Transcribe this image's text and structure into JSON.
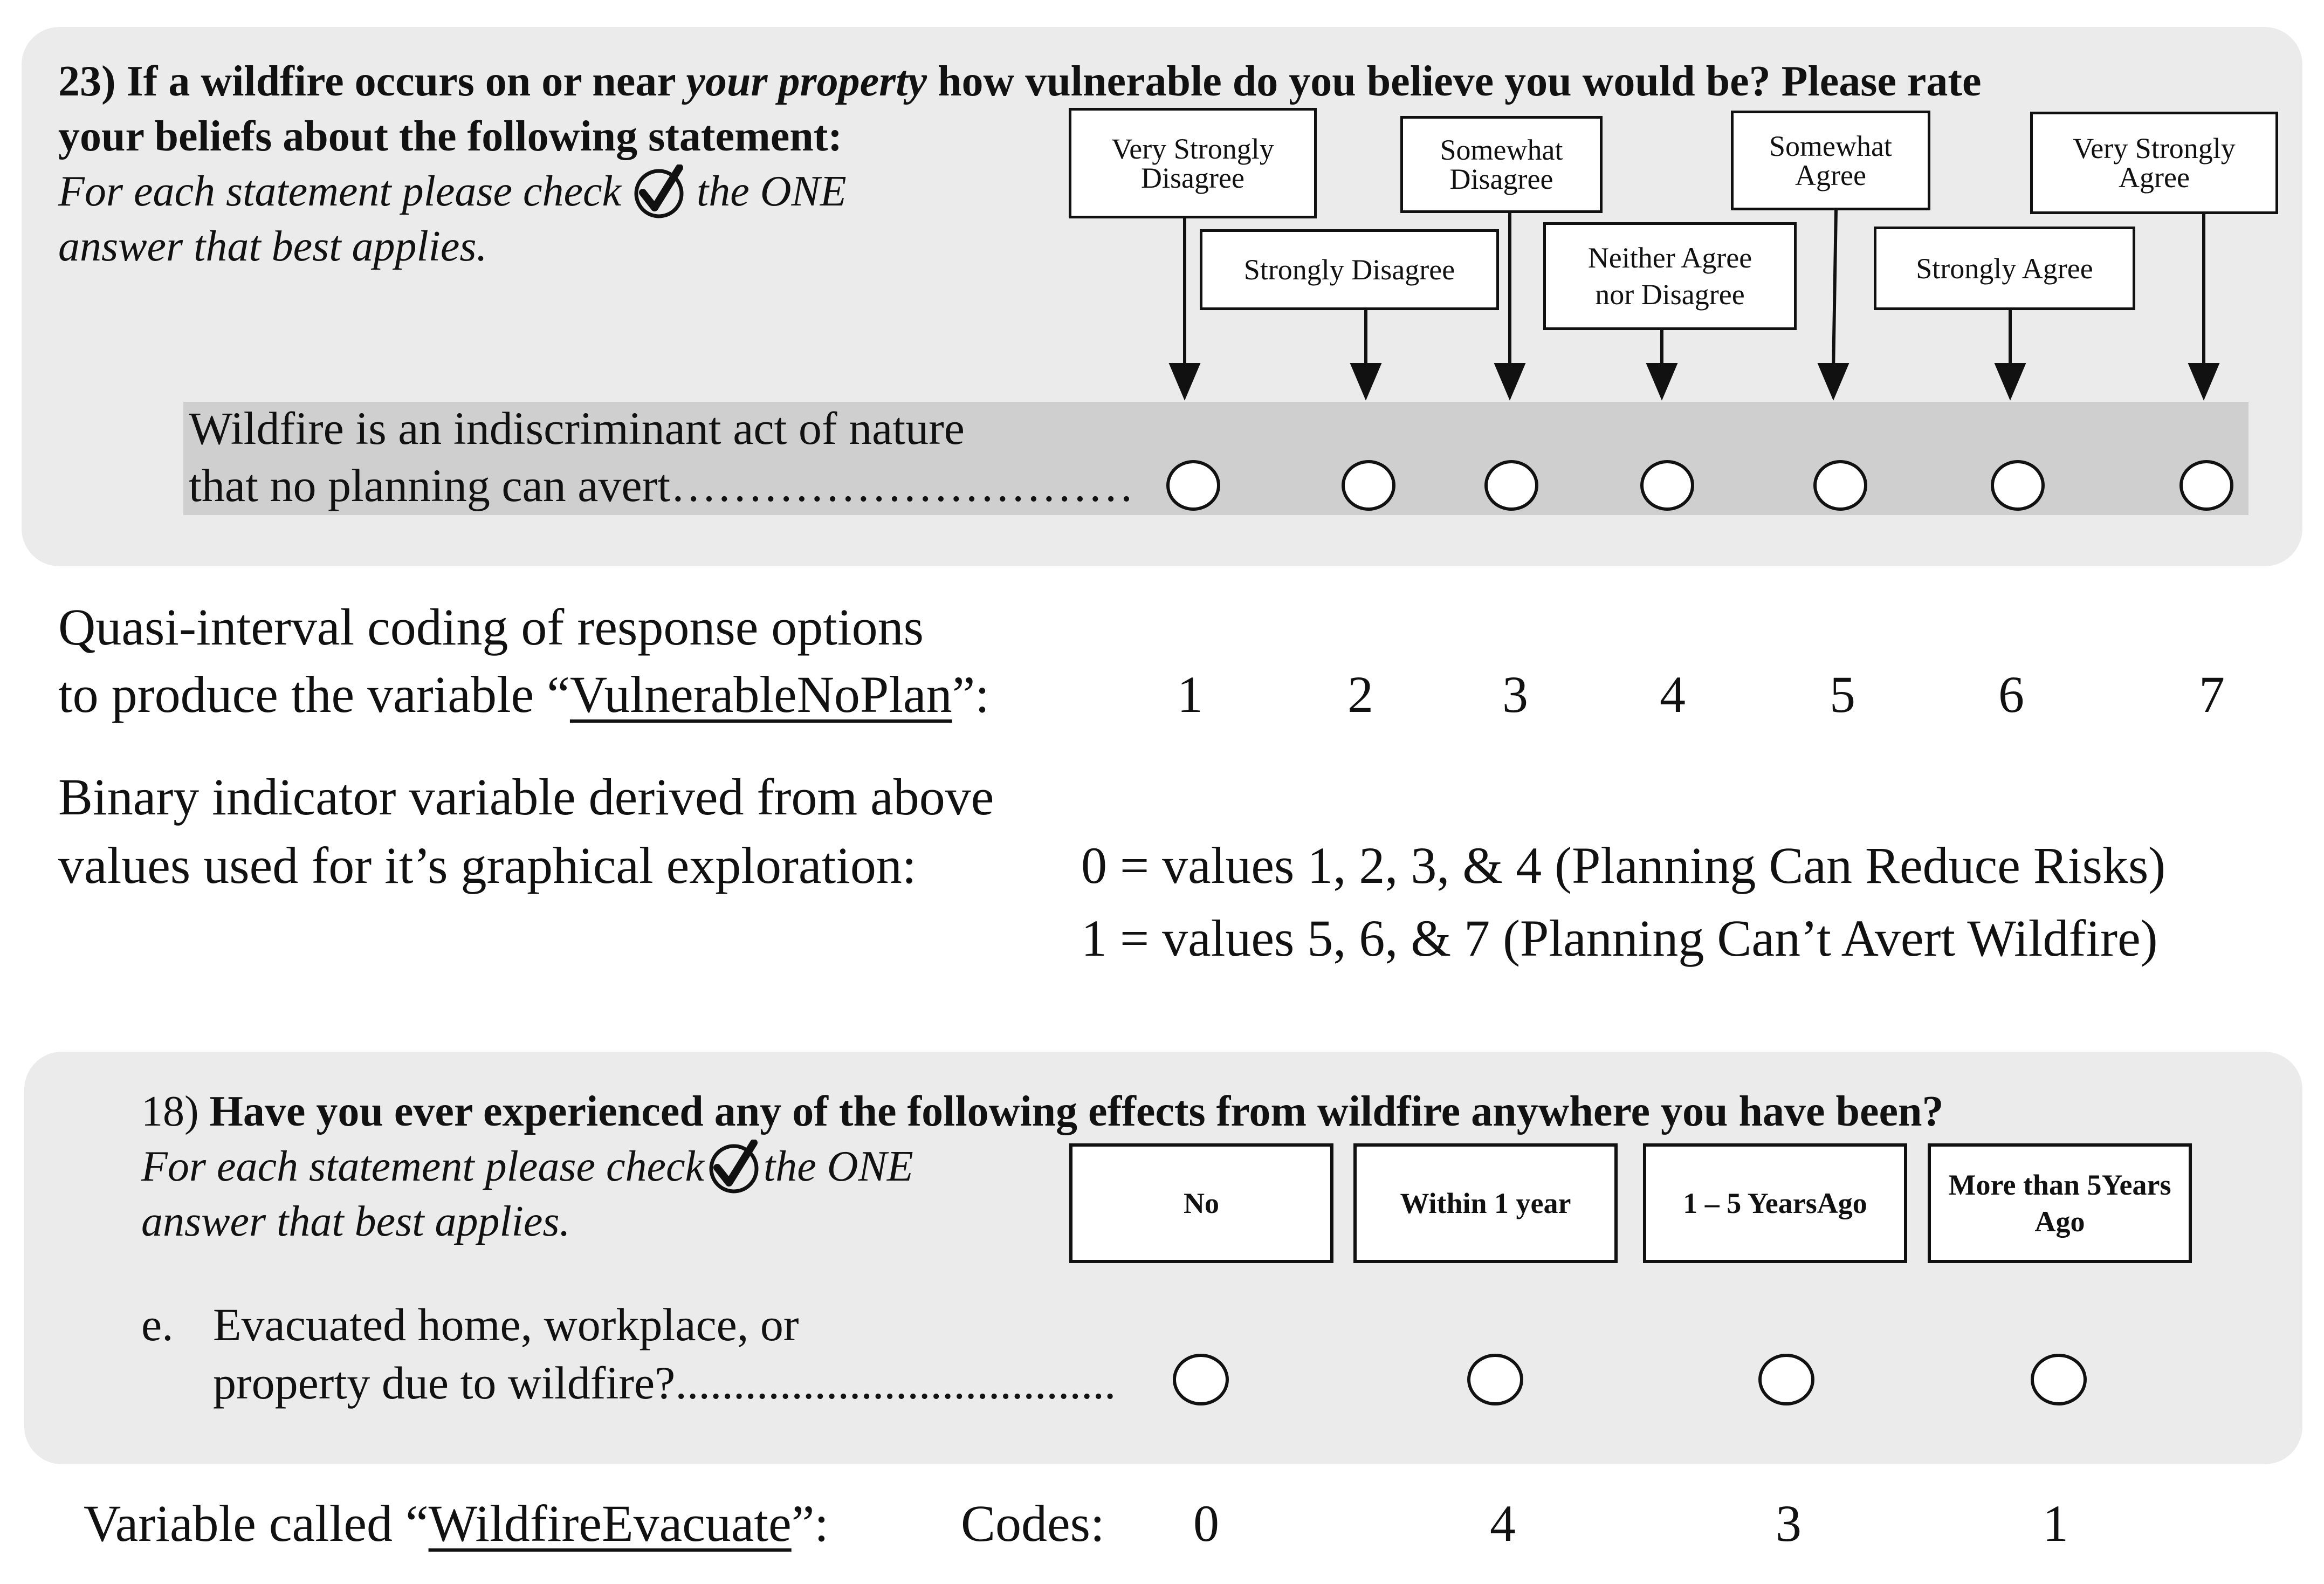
{
  "q23": {
    "title_part1": "23) If a wildfire occurs on or near ",
    "title_emph": "your property",
    "title_part2": " how vulnerable do you believe you would be?  Please rate",
    "title_line2": "your beliefs about the following statement:",
    "instr_part1": "For each statement please check ",
    "instr_part2": " the ONE",
    "instr_line2": "answer that best applies.",
    "options": [
      {
        "l1": "Very Strongly",
        "l2": "Disagree"
      },
      {
        "l1": "Strongly Disagree",
        "l2": ""
      },
      {
        "l1": "Somewhat",
        "l2": "Disagree"
      },
      {
        "l1": "Neither Agree",
        "l2": "nor Disagree"
      },
      {
        "l1": "Somewhat",
        "l2": "Agree"
      },
      {
        "l1": "Strongly Agree",
        "l2": ""
      },
      {
        "l1": "Very Strongly",
        "l2": "Agree"
      }
    ],
    "statement_line1": "Wildfire is an indiscriminant act of nature",
    "statement_line2": "that no planning can avert…………………………"
  },
  "coding": {
    "line1": "Quasi-interval coding of response options",
    "line2_prefix": "to produce the variable “",
    "variable": "VulnerableNoPlan",
    "line2_suffix": "”:",
    "codes": [
      "1",
      "2",
      "3",
      "4",
      "5",
      "6",
      "7"
    ]
  },
  "binary": {
    "line1": "Binary indicator variable derived from above",
    "line2": "values used for it’s graphical exploration:",
    "rule0": "0 = values 1, 2, 3, & 4 (Planning Can Reduce Risks)",
    "rule1": "1 = values 5, 6, & 7 (Planning Can’t Avert Wildfire)"
  },
  "q18": {
    "number": "18)  ",
    "title": "Have you ever experienced any of the following effects from wildfire anywhere you have been?",
    "instr_part1": "For each statement please check",
    "instr_part2": "the ONE",
    "instr_line2": "answer that best applies.",
    "options": [
      {
        "l1": "No",
        "l2": ""
      },
      {
        "l1": "Within 1 year",
        "l2": ""
      },
      {
        "l1": "1 – 5 Years",
        "l2": "Ago"
      },
      {
        "l1": "More than 5",
        "l2": "Years Ago"
      }
    ],
    "item_letter": "e.",
    "item_line1": "Evacuated home, workplace, or",
    "item_line2": "property due to wildfire?......................................"
  },
  "evac": {
    "prefix": "Variable called “",
    "variable": "WildfireEvacuate",
    "suffix": "”:",
    "codes_label": "Codes:",
    "codes": [
      "0",
      "4",
      "3",
      "1"
    ]
  }
}
